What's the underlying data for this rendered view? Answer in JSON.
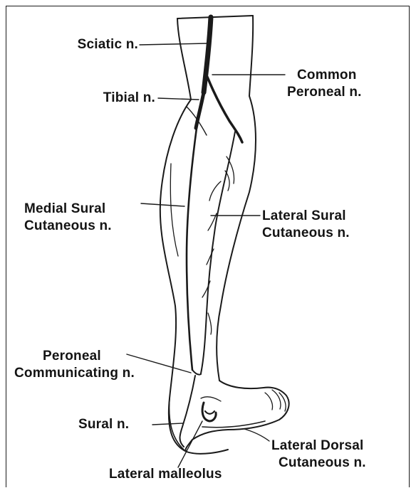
{
  "labels": {
    "sciatic": "Sciatic n.",
    "tibial": "Tibial n.",
    "common_peroneal": [
      "Common",
      "Peroneal n."
    ],
    "medial_sural": [
      "Medial Sural",
      "Cutaneous n."
    ],
    "lateral_sural": [
      "Lateral Sural",
      "Cutaneous n."
    ],
    "peroneal_communicating": [
      "Peroneal",
      "Communicating n."
    ],
    "sural": "Sural n.",
    "lateral_dorsal": [
      "Lateral Dorsal",
      "Cutaneous n."
    ],
    "lateral_malleolus": "Lateral malleolus"
  }
}
